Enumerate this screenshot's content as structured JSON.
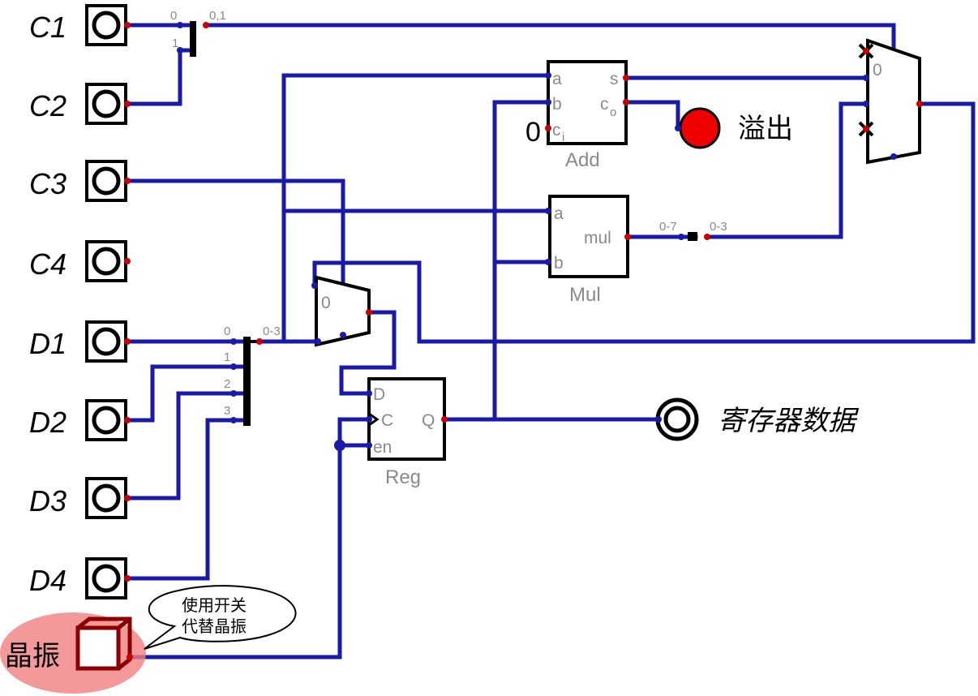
{
  "inputs": {
    "c1": "C1",
    "c2": "C2",
    "c3": "C3",
    "c4": "C4",
    "d1": "D1",
    "d2": "D2",
    "d3": "D3",
    "d4": "D4"
  },
  "clock": {
    "label": "晶振",
    "callout_line1": "使用开关",
    "callout_line2": "代替晶振"
  },
  "adder": {
    "name": "Add",
    "pin_a": "a",
    "pin_b": "b",
    "pin_ci": "c",
    "pin_ci_sub": "i",
    "pin_s": "s",
    "pin_co": "c",
    "pin_co_sub": "o",
    "carry_in_const": "0"
  },
  "multiplier": {
    "name": "Mul",
    "pin_a": "a",
    "pin_b": "b",
    "pin_out": "mul"
  },
  "register": {
    "name": "Reg",
    "pin_d": "D",
    "pin_c": "C",
    "pin_en": "en",
    "pin_q": "Q"
  },
  "mux_input": {
    "sel0": "0"
  },
  "mux_output": {
    "sel0": "0"
  },
  "splitter_c": {
    "bit0": "0",
    "bit1": "1",
    "combined": "0,1"
  },
  "splitter_d": {
    "bit0": "0",
    "bit1": "1",
    "bit2": "2",
    "bit3": "3",
    "combined": "0-3"
  },
  "splitter_mul": {
    "in_range": "0-7",
    "out_range": "0-3"
  },
  "outputs": {
    "overflow_label": "溢出",
    "register_data_label": "寄存器数据"
  },
  "colors": {
    "wire": "#1a1aaa",
    "pin_dot": "#cc0000",
    "overflow_led": "#ee0000",
    "clock_highlight": "#f08080",
    "clock_box": "#8b0000"
  }
}
